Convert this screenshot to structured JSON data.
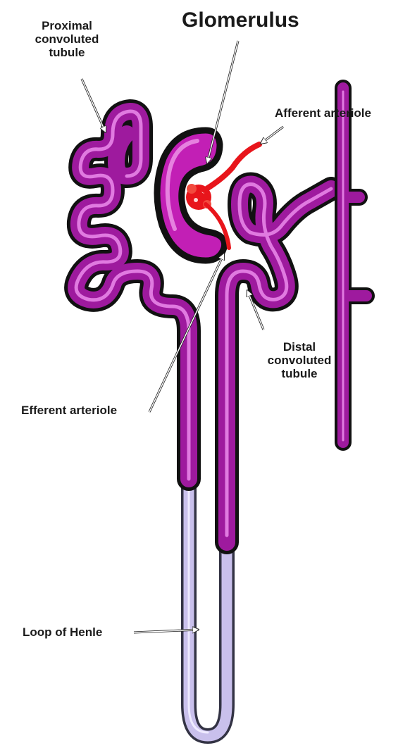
{
  "title": "Glomerulus",
  "labels": {
    "proximal": [
      "Proximal",
      "convoluted",
      "tubule"
    ],
    "afferent": "Afferent arteriole",
    "efferent": "Efferent arteriole",
    "distal": [
      "Distal",
      "convoluted",
      "tubule"
    ],
    "loop": "Loop of Henle"
  },
  "colors": {
    "tubule": "#9e1a9e",
    "tubule_highlight": "#e07ae0",
    "outline": "#111111",
    "glomerulus": "#c21fb5",
    "arteriole": "#e8151b",
    "loop": "#c9c0ec",
    "loop_outline": "#333344"
  }
}
